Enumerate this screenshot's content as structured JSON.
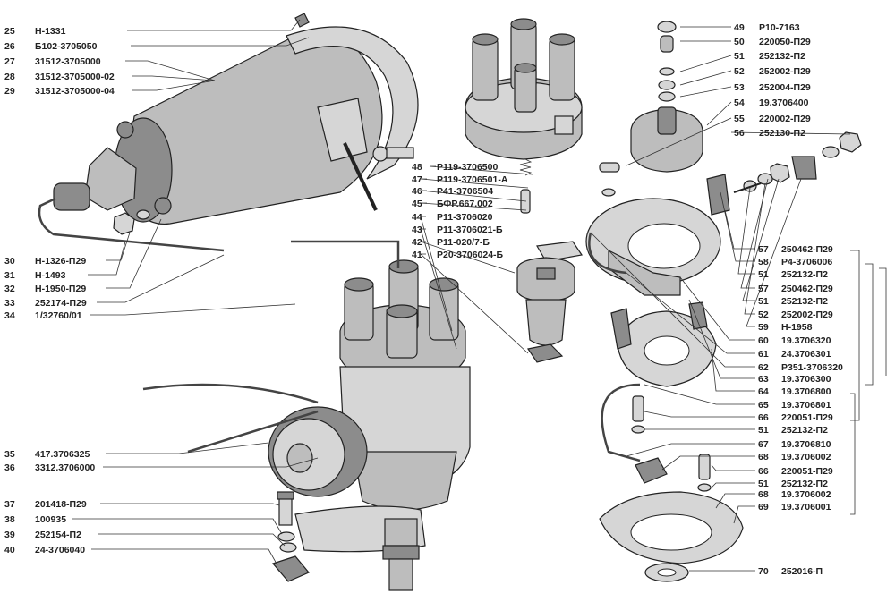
{
  "callouts": [
    {
      "num": "25",
      "code": "Н-1331"
    },
    {
      "num": "26",
      "code": "Б102-3705050"
    },
    {
      "num": "27",
      "code": "31512-3705000"
    },
    {
      "num": "28",
      "code": "31512-3705000-02"
    },
    {
      "num": "29",
      "code": "31512-3705000-04"
    },
    {
      "num": "30",
      "code": "Н-1326-П29"
    },
    {
      "num": "31",
      "code": "Н-1493"
    },
    {
      "num": "32",
      "code": "Н-1950-П29"
    },
    {
      "num": "33",
      "code": "252174-П29"
    },
    {
      "num": "34",
      "code": "1/32760/01"
    },
    {
      "num": "35",
      "code": "417.3706325"
    },
    {
      "num": "36",
      "code": "3312.3706000"
    },
    {
      "num": "37",
      "code": "201418-П29"
    },
    {
      "num": "38",
      "code": "100935"
    },
    {
      "num": "39",
      "code": "252154-П2"
    },
    {
      "num": "40",
      "code": "24-3706040"
    },
    {
      "num": "48",
      "code": "Р119-3706500"
    },
    {
      "num": "47",
      "code": "Р119-3706501-А"
    },
    {
      "num": "46",
      "code": "Р41-3706504"
    },
    {
      "num": "45",
      "code": "БФР.667.002"
    },
    {
      "num": "44",
      "code": "Р11-3706020"
    },
    {
      "num": "43",
      "code": "Р11-3706021-Б"
    },
    {
      "num": "42",
      "code": "Р11-020/7-Б"
    },
    {
      "num": "41",
      "code": "Р20-3706024-Б"
    },
    {
      "num": "49",
      "code": "Р10-7163"
    },
    {
      "num": "50",
      "code": "220050-П29"
    },
    {
      "num": "51",
      "code": "252132-П2"
    },
    {
      "num": "52",
      "code": "252002-П29"
    },
    {
      "num": "53",
      "code": "252004-П29"
    },
    {
      "num": "54",
      "code": "19.3706400"
    },
    {
      "num": "55",
      "code": "220002-П29"
    },
    {
      "num": "56",
      "code": "252130-П2"
    },
    {
      "num": "57",
      "code": "250462-П29"
    },
    {
      "num": "58",
      "code": "Р4-3706006"
    },
    {
      "num": "51",
      "code": "252132-П2"
    },
    {
      "num": "57",
      "code": "250462-П29"
    },
    {
      "num": "51",
      "code": "252132-П2"
    },
    {
      "num": "52",
      "code": "252002-П29"
    },
    {
      "num": "59",
      "code": "Н-1958"
    },
    {
      "num": "60",
      "code": "19.3706320"
    },
    {
      "num": "61",
      "code": "24.3706301"
    },
    {
      "num": "62",
      "code": "Р351-3706320"
    },
    {
      "num": "63",
      "code": "19.3706300"
    },
    {
      "num": "64",
      "code": "19.3706800"
    },
    {
      "num": "65",
      "code": "19.3706801"
    },
    {
      "num": "66",
      "code": "220051-П29"
    },
    {
      "num": "51",
      "code": "252132-П2"
    },
    {
      "num": "67",
      "code": "19.3706810"
    },
    {
      "num": "68",
      "code": "19.3706002"
    },
    {
      "num": "66",
      "code": "220051-П29"
    },
    {
      "num": "51",
      "code": "252132-П2"
    },
    {
      "num": "68",
      "code": "19.3706002"
    },
    {
      "num": "69",
      "code": "19.3706001"
    },
    {
      "num": "70",
      "code": "252016-П"
    }
  ]
}
